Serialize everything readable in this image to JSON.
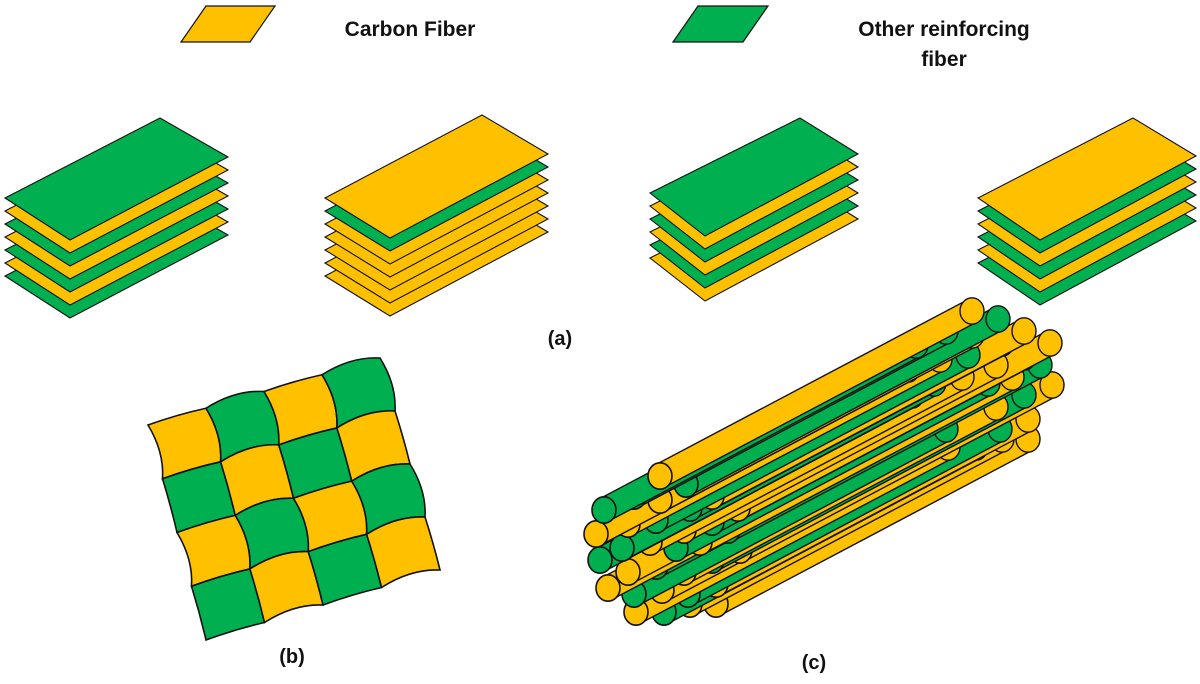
{
  "colors": {
    "carbon": "#FFC000",
    "other": "#00B050",
    "outline": "#111111"
  },
  "legend": [
    {
      "label": "Carbon Fiber",
      "color": "carbon"
    },
    {
      "label": "Other reinforcing fiber",
      "color": "other"
    }
  ],
  "panels": {
    "a": "(a)",
    "b": "(b)",
    "c": "(c)"
  },
  "stacks": [
    [
      "other",
      "carbon",
      "other",
      "carbon",
      "other",
      "carbon",
      "other"
    ],
    [
      "carbon",
      "other",
      "carbon",
      "carbon",
      "carbon",
      "carbon",
      "carbon"
    ],
    [
      "other",
      "carbon",
      "other",
      "carbon",
      "other",
      "carbon"
    ],
    [
      "carbon",
      "other",
      "carbon",
      "other",
      "carbon",
      "other"
    ]
  ]
}
